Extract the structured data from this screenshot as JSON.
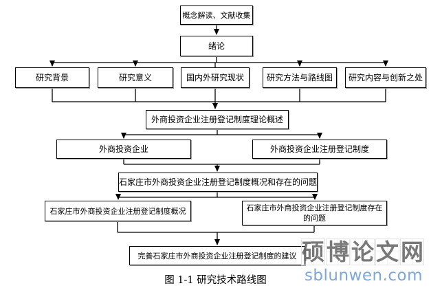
{
  "figure": {
    "caption": "图 1-1 研究技术路线图"
  },
  "flowchart": {
    "nodes": {
      "n1": "概念解读、文献收集",
      "n2": "绪论",
      "n3a": "研究背景",
      "n3b": "研究意义",
      "n3c": "国内外研究现状",
      "n3d": "研究方法与路线图",
      "n3e": "研究内容与创新之处",
      "n4": "外商投资企业注册登记制度理论概述",
      "n5a": "外商投资企业",
      "n5b": "外商投资企业注册登记制度",
      "n6": "石家庄市外商投资企业注册登记制度概况和存在的问题",
      "n7a": "石家庄市外商投资企业注册登记制度概况",
      "n7b": "石家庄市外商投资企业注册登记制度存在的问题",
      "n8": "完善石家庄市外商投资企业注册登记制度的建议"
    }
  },
  "watermark": {
    "chars": [
      "硕",
      "博",
      "论",
      "文",
      "网"
    ],
    "url": "sblunwen.com",
    "char_color": "#626262",
    "url_color": "#7da7d9"
  },
  "colors": {
    "background": "#ffffff",
    "box_border": "#000000",
    "connector": "#000000",
    "box_shadow": "#9c9c9c"
  }
}
